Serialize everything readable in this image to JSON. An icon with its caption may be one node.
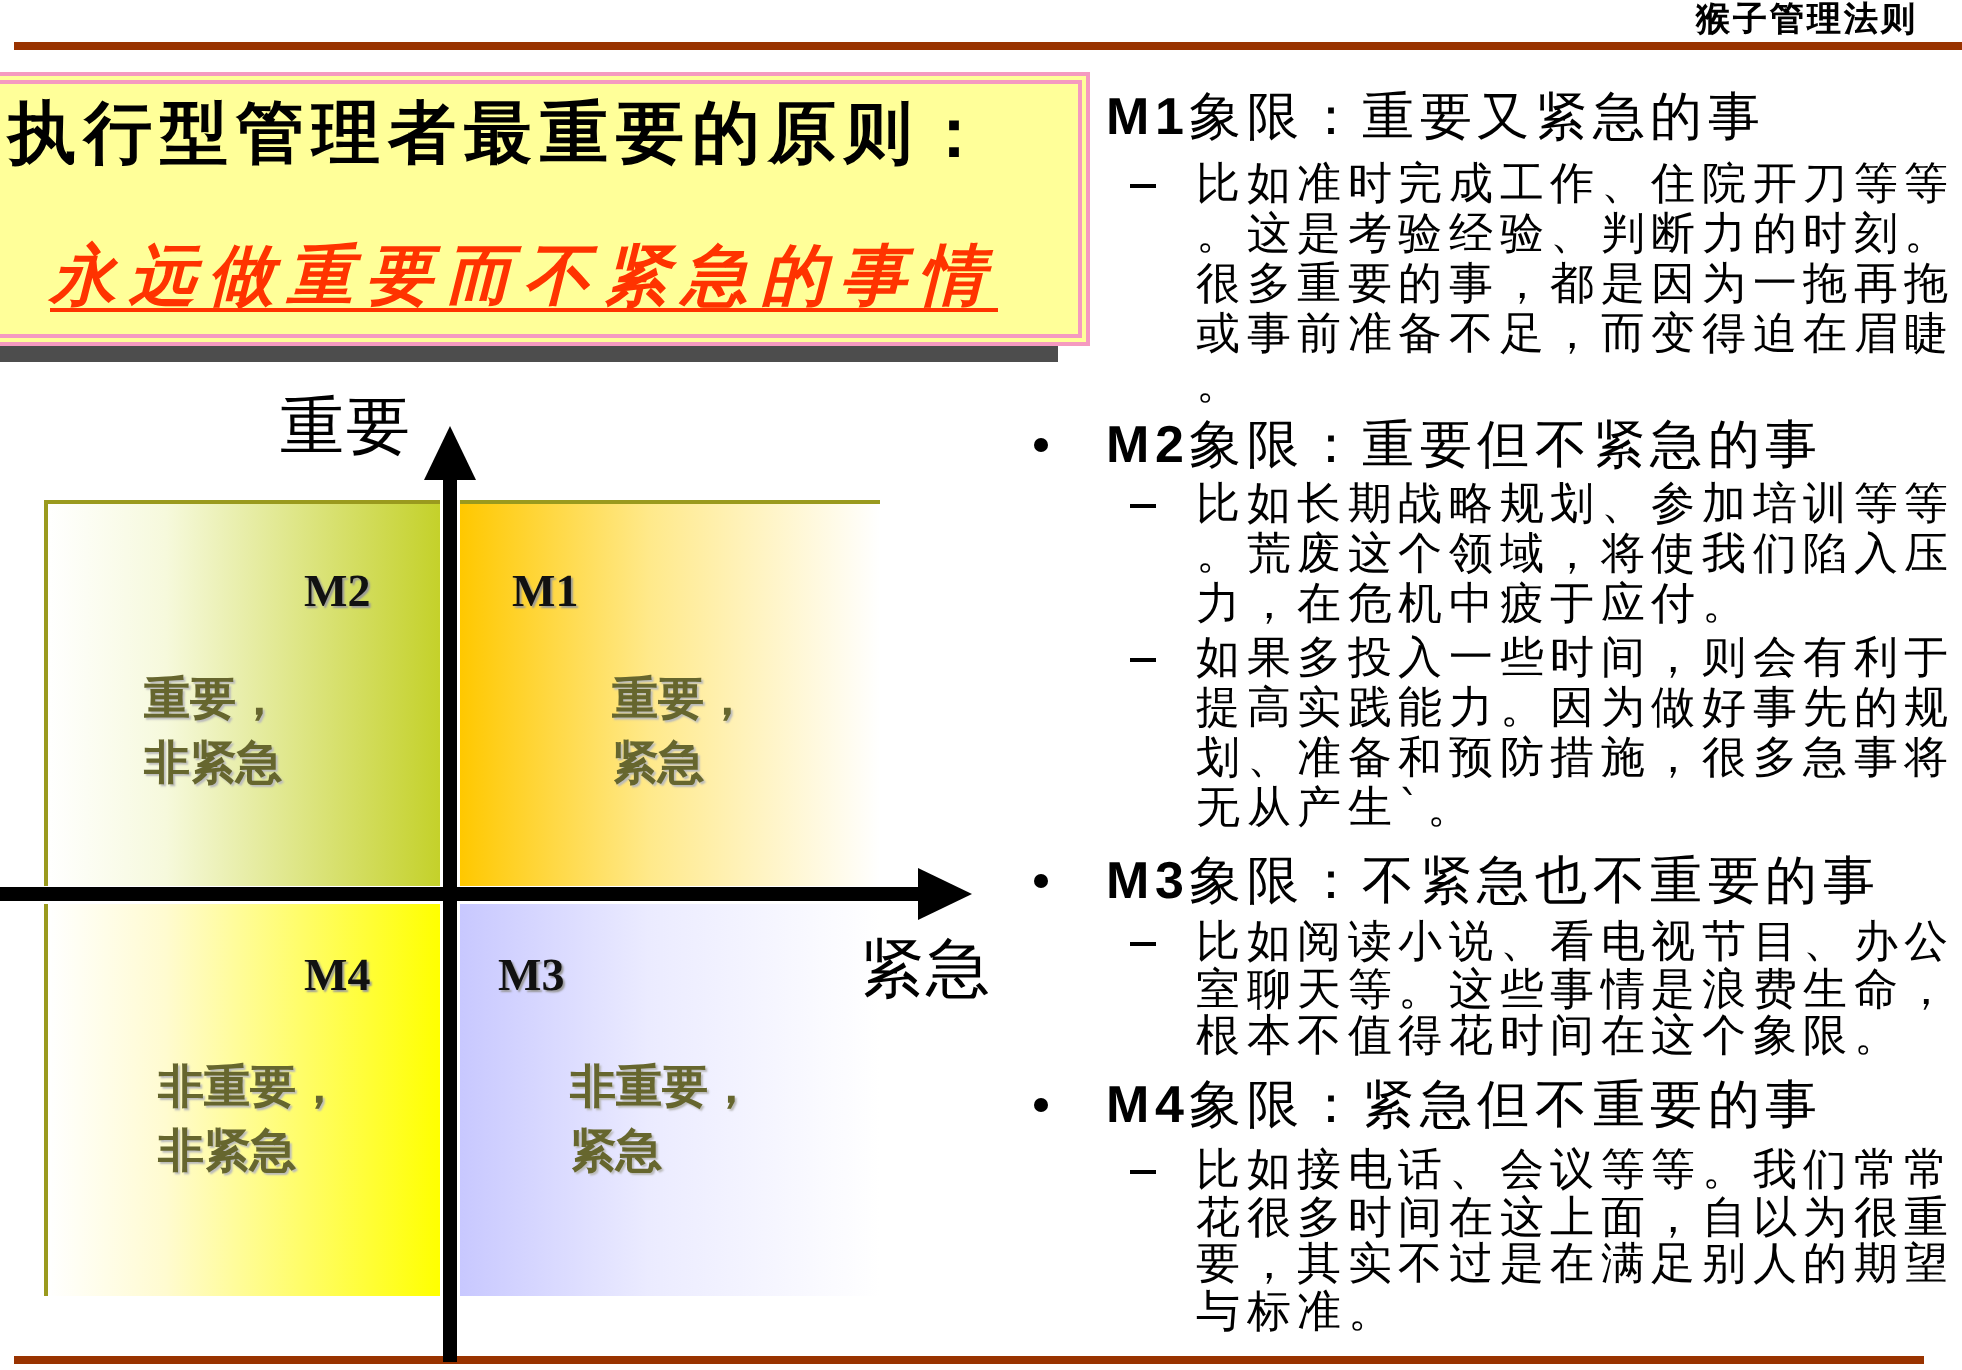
{
  "diagram": {
    "nodes": [
      {
        "text": [
          "执行型管理者最重要的原则：",
          "永远做重要而不紧急的事情"
        ]
      },
      {
        "text": [
          "M2",
          "重要，非紧急"
        ]
      },
      {
        "text": [
          "M1",
          "重要，紧急"
        ]
      },
      {
        "text": [
          "M4",
          "非重要，非紧急"
        ]
      },
      {
        "text": [
          "M3",
          "非重要，紧急"
        ]
      }
    ],
    "labels": [
      "猴子管理法则",
      "重要",
      "紧急",
      "**M1**象限：重要又紧急的事",
      "比如准时完成工作、住院开刀等等。这是考验经验、判断力的时刻。很多重要的事，都是因为一拖再拖或事前准备不足，而变得迫在眉睫。",
      "**M2**象限：重要但不紧急的事",
      "比如长期战略规划、参加培训等等。荒废这个领域，将使我们陷入压力，在危机中疲于应付。",
      "如果多投入一些时间，则会有利于提高实践能力。因为做好事先的规划、准备和预防措施，很多急事将无从产生`。",
      "**M3**象限：不紧急也不重要的事",
      "比如阅读小说、看电视节目、办公室聊天等。这些事情是浪费生命，根本不值得花时间在这个象限。",
      "**M4**象限：紧急但不重要的事",
      "比如接电话、会议等等。我们常常花很多时间在这上面，自以为很重要，其实不过是在满足别人的期望与标准。"
    ]
  }
}
